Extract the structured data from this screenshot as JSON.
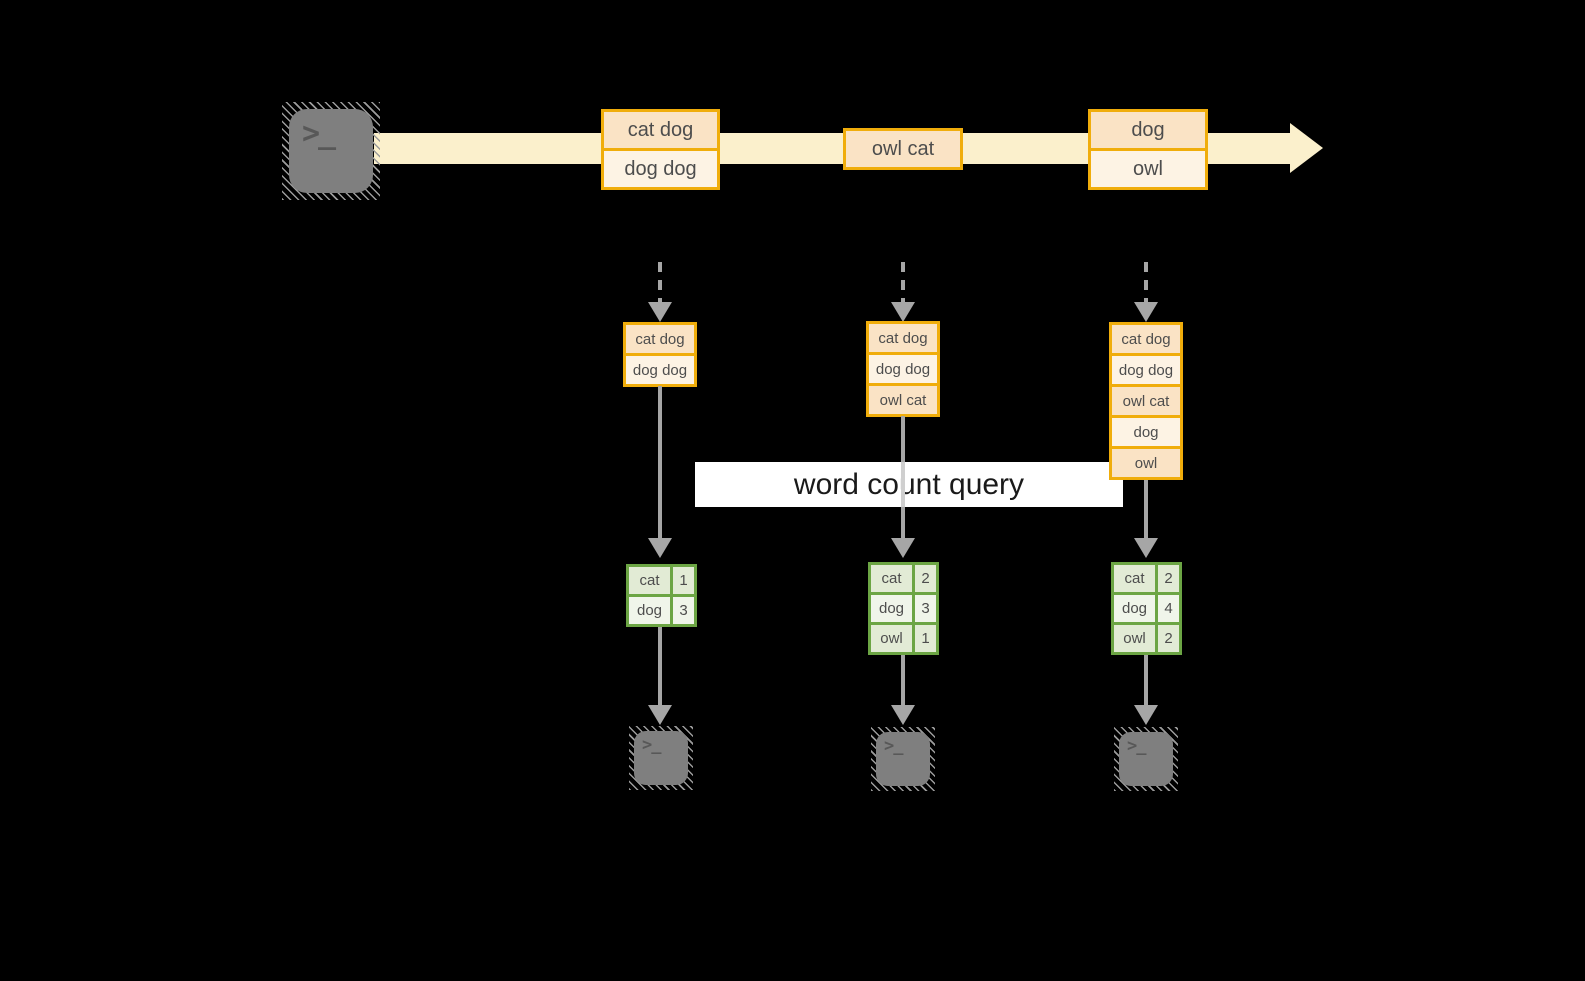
{
  "query_label": "word count query",
  "icons": {
    "terminal_glyph": ">_"
  },
  "colors": {
    "background": "#000000",
    "stream_fill": "#FBF0CC",
    "box_border": "#F0AD0B",
    "box_fill_dark": "#FAE3C5",
    "box_fill_light": "#FDF3E4",
    "table_border": "#6CA544",
    "table_fill_dark": "#E2EBD5",
    "table_fill_light": "#F0F5EA",
    "arrow_gray": "#A6A6A6",
    "terminal_gray": "#7F7F7F",
    "text_dark": "#4D4D4D"
  },
  "stream": {
    "events": [
      {
        "cells": [
          "cat dog",
          "dog dog"
        ]
      },
      {
        "cells": [
          "owl cat"
        ]
      },
      {
        "cells": [
          "dog",
          "owl"
        ]
      }
    ]
  },
  "columns": [
    {
      "buffer": [
        "cat dog",
        "dog dog"
      ],
      "counts": [
        {
          "word": "cat",
          "count": "1"
        },
        {
          "word": "dog",
          "count": "3"
        }
      ]
    },
    {
      "buffer": [
        "cat dog",
        "dog dog",
        "owl cat"
      ],
      "counts": [
        {
          "word": "cat",
          "count": "2"
        },
        {
          "word": "dog",
          "count": "3"
        },
        {
          "word": "owl",
          "count": "1"
        }
      ]
    },
    {
      "buffer": [
        "cat dog",
        "dog dog",
        "owl cat",
        "dog",
        "owl"
      ],
      "counts": [
        {
          "word": "cat",
          "count": "2"
        },
        {
          "word": "dog",
          "count": "4"
        },
        {
          "word": "owl",
          "count": "2"
        }
      ]
    }
  ]
}
